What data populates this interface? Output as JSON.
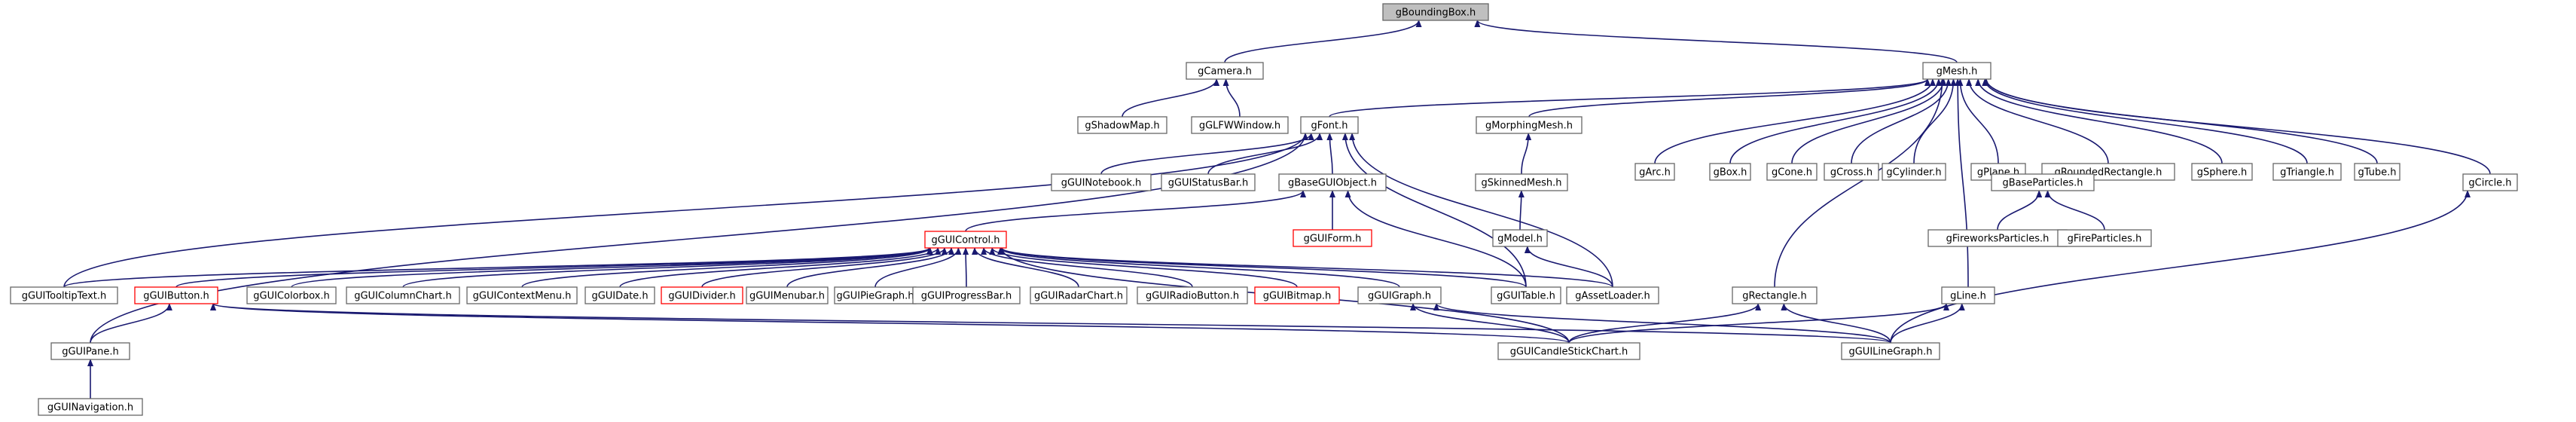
{
  "nodes": [
    {
      "id": "gBoundingBox",
      "label": "gBoundingBox.h",
      "style": "root"
    },
    {
      "id": "gCamera",
      "label": "gCamera.h",
      "style": "normal"
    },
    {
      "id": "gMesh",
      "label": "gMesh.h",
      "style": "normal"
    },
    {
      "id": "gShadowMap",
      "label": "gShadowMap.h",
      "style": "normal"
    },
    {
      "id": "gGLFWWindow",
      "label": "gGLFWWindow.h",
      "style": "normal"
    },
    {
      "id": "gFont",
      "label": "gFont.h",
      "style": "normal"
    },
    {
      "id": "gMorphingMesh",
      "label": "gMorphingMesh.h",
      "style": "normal"
    },
    {
      "id": "gArc",
      "label": "gArc.h",
      "style": "normal"
    },
    {
      "id": "gBox",
      "label": "gBox.h",
      "style": "normal"
    },
    {
      "id": "gCone",
      "label": "gCone.h",
      "style": "normal"
    },
    {
      "id": "gCross",
      "label": "gCross.h",
      "style": "normal"
    },
    {
      "id": "gCylinder",
      "label": "gCylinder.h",
      "style": "normal"
    },
    {
      "id": "gPlane",
      "label": "gPlane.h",
      "style": "normal"
    },
    {
      "id": "gRoundedRectangle",
      "label": "gRoundedRectangle.h",
      "style": "normal"
    },
    {
      "id": "gSphere",
      "label": "gSphere.h",
      "style": "normal"
    },
    {
      "id": "gTriangle",
      "label": "gTriangle.h",
      "style": "normal"
    },
    {
      "id": "gTube",
      "label": "gTube.h",
      "style": "normal"
    },
    {
      "id": "gGUINotebook",
      "label": "gGUINotebook.h",
      "style": "normal"
    },
    {
      "id": "gGUIStatusBar",
      "label": "gGUIStatusBar.h",
      "style": "normal"
    },
    {
      "id": "gBaseGUIObject",
      "label": "gBaseGUIObject.h",
      "style": "normal"
    },
    {
      "id": "gSkinnedMesh",
      "label": "gSkinnedMesh.h",
      "style": "normal"
    },
    {
      "id": "gBaseParticles",
      "label": "gBaseParticles.h",
      "style": "normal"
    },
    {
      "id": "gCircle",
      "label": "gCircle.h",
      "style": "normal"
    },
    {
      "id": "gGUIForm",
      "label": "gGUIForm.h",
      "style": "red"
    },
    {
      "id": "gModel",
      "label": "gModel.h",
      "style": "normal"
    },
    {
      "id": "gFireworksParticles",
      "label": "gFireworksParticles.h",
      "style": "normal"
    },
    {
      "id": "gFireParticles",
      "label": "gFireParticles.h",
      "style": "normal"
    },
    {
      "id": "gGUIControl",
      "label": "gGUIControl.h",
      "style": "red"
    },
    {
      "id": "gGUITooltipText",
      "label": "gGUITooltipText.h",
      "style": "normal"
    },
    {
      "id": "gGUIButton",
      "label": "gGUIButton.h",
      "style": "red"
    },
    {
      "id": "gGUIColorbox",
      "label": "gGUIColorbox.h",
      "style": "normal"
    },
    {
      "id": "gGUIColumnChart",
      "label": "gGUIColumnChart.h",
      "style": "normal"
    },
    {
      "id": "gGUIContextMenu",
      "label": "gGUIContextMenu.h",
      "style": "normal"
    },
    {
      "id": "gGUIDate",
      "label": "gGUIDate.h",
      "style": "normal"
    },
    {
      "id": "gGUIDivider",
      "label": "gGUIDivider.h",
      "style": "red"
    },
    {
      "id": "gGUIMenubar",
      "label": "gGUIMenubar.h",
      "style": "normal"
    },
    {
      "id": "gGUIPieGraph",
      "label": "gGUIPieGraph.h",
      "style": "normal"
    },
    {
      "id": "gGUIProgressBar",
      "label": "gGUIProgressBar.h",
      "style": "normal"
    },
    {
      "id": "gGUIRadarChart",
      "label": "gGUIRadarChart.h",
      "style": "normal"
    },
    {
      "id": "gGUIRadioButton",
      "label": "gGUIRadioButton.h",
      "style": "normal"
    },
    {
      "id": "gGUIBitmap",
      "label": "gGUIBitmap.h",
      "style": "red"
    },
    {
      "id": "gGUIGraph",
      "label": "gGUIGraph.h",
      "style": "normal"
    },
    {
      "id": "gGUITable",
      "label": "gGUITable.h",
      "style": "normal"
    },
    {
      "id": "gAssetLoader",
      "label": "gAssetLoader.h",
      "style": "normal"
    },
    {
      "id": "gRectangle",
      "label": "gRectangle.h",
      "style": "normal"
    },
    {
      "id": "gLine",
      "label": "gLine.h",
      "style": "normal"
    },
    {
      "id": "gGUIPane",
      "label": "gGUIPane.h",
      "style": "normal"
    },
    {
      "id": "gGUICandleStickChart",
      "label": "gGUICandleStickChart.h",
      "style": "normal"
    },
    {
      "id": "gGUILineGraph",
      "label": "gGUILineGraph.h",
      "style": "normal"
    },
    {
      "id": "gGUINavigation",
      "label": "gGUINavigation.h",
      "style": "normal"
    }
  ],
  "edges": [
    [
      "gCamera",
      "gBoundingBox"
    ],
    [
      "gMesh",
      "gBoundingBox"
    ],
    [
      "gShadowMap",
      "gCamera"
    ],
    [
      "gGLFWWindow",
      "gCamera"
    ],
    [
      "gFont",
      "gMesh"
    ],
    [
      "gMorphingMesh",
      "gMesh"
    ],
    [
      "gArc",
      "gMesh"
    ],
    [
      "gBox",
      "gMesh"
    ],
    [
      "gCone",
      "gMesh"
    ],
    [
      "gCross",
      "gMesh"
    ],
    [
      "gCylinder",
      "gMesh"
    ],
    [
      "gPlane",
      "gMesh"
    ],
    [
      "gRoundedRectangle",
      "gMesh"
    ],
    [
      "gSphere",
      "gMesh"
    ],
    [
      "gTriangle",
      "gMesh"
    ],
    [
      "gTube",
      "gMesh"
    ],
    [
      "gCircle",
      "gMesh"
    ],
    [
      "gRectangle",
      "gMesh"
    ],
    [
      "gLine",
      "gMesh"
    ],
    [
      "gGUINotebook",
      "gFont"
    ],
    [
      "gGUIStatusBar",
      "gFont"
    ],
    [
      "gBaseGUIObject",
      "gFont"
    ],
    [
      "gGUITooltipText",
      "gFont"
    ],
    [
      "gGUIPane",
      "gFont"
    ],
    [
      "gGUITable",
      "gFont"
    ],
    [
      "gAssetLoader",
      "gFont"
    ],
    [
      "gSkinnedMesh",
      "gMorphingMesh"
    ],
    [
      "gModel",
      "gSkinnedMesh"
    ],
    [
      "gAssetLoader",
      "gModel"
    ],
    [
      "gBaseParticles",
      "gPlane"
    ],
    [
      "gFireworksParticles",
      "gBaseParticles"
    ],
    [
      "gFireParticles",
      "gBaseParticles"
    ],
    [
      "gGUIForm",
      "gBaseGUIObject"
    ],
    [
      "gGUIControl",
      "gBaseGUIObject"
    ],
    [
      "gGUITable",
      "gBaseGUIObject"
    ],
    [
      "gGUITooltipText",
      "gGUIControl"
    ],
    [
      "gGUIButton",
      "gGUIControl"
    ],
    [
      "gGUIColorbox",
      "gGUIControl"
    ],
    [
      "gGUIColumnChart",
      "gGUIControl"
    ],
    [
      "gGUIContextMenu",
      "gGUIControl"
    ],
    [
      "gGUIDate",
      "gGUIControl"
    ],
    [
      "gGUIDivider",
      "gGUIControl"
    ],
    [
      "gGUIMenubar",
      "gGUIControl"
    ],
    [
      "gGUIPieGraph",
      "gGUIControl"
    ],
    [
      "gGUIProgressBar",
      "gGUIControl"
    ],
    [
      "gGUIRadarChart",
      "gGUIControl"
    ],
    [
      "gGUIRadioButton",
      "gGUIControl"
    ],
    [
      "gGUIBitmap",
      "gGUIControl"
    ],
    [
      "gGUIGraph",
      "gGUIControl"
    ],
    [
      "gGUITable",
      "gGUIControl"
    ],
    [
      "gGUICandleStickChart",
      "gGUIControl"
    ],
    [
      "gAssetLoader",
      "gGUIControl"
    ],
    [
      "gGUIPane",
      "gGUIButton"
    ],
    [
      "gGUICandleStickChart",
      "gGUIButton"
    ],
    [
      "gGUILineGraph",
      "gGUIButton"
    ],
    [
      "gGUICandleStickChart",
      "gGUIGraph"
    ],
    [
      "gGUILineGraph",
      "gGUIGraph"
    ],
    [
      "gGUICandleStickChart",
      "gRectangle"
    ],
    [
      "gGUILineGraph",
      "gRectangle"
    ],
    [
      "gGUICandleStickChart",
      "gLine"
    ],
    [
      "gGUILineGraph",
      "gLine"
    ],
    [
      "gGUILineGraph",
      "gCircle"
    ],
    [
      "gGUINavigation",
      "gGUIPane"
    ]
  ],
  "colors": {
    "edge": "#191970",
    "node_border": "#666666",
    "red_border": "#ff0000",
    "root_fill": "#bfbfbf",
    "fill": "#ffffff",
    "text": "#000000"
  }
}
